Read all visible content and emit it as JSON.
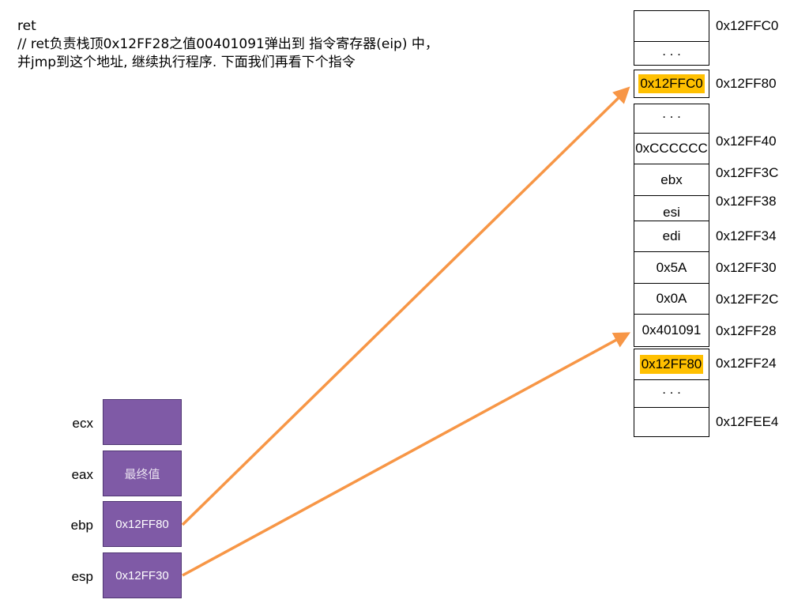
{
  "caption": {
    "line1": "ret",
    "line2": "// ret负责栈顶0x12FF28之值00401091弹出到  指令寄存器(eip)  中，",
    "line3": "并jmp到这个地址, 继续执行程序. 下面我们再看下个指令"
  },
  "stack_cells": [
    {
      "value": "",
      "address": "0x12FFC0",
      "highlight": false
    },
    {
      "value": ". . .",
      "address": "",
      "highlight": false
    },
    {
      "value": "0x12FFC0",
      "address": "0x12FF80",
      "highlight": true
    },
    {
      "value": ". . .",
      "address": "",
      "highlight": false
    },
    {
      "value": "0xCCCCCC",
      "address": "0x12FF40",
      "highlight": false
    },
    {
      "value": "ebx",
      "address": "0x12FF3C",
      "highlight": false
    },
    {
      "value": "esi",
      "address": "0x12FF38",
      "highlight": false
    },
    {
      "value": "edi",
      "address": "0x12FF34",
      "highlight": false
    },
    {
      "value": "0x5A",
      "address": "0x12FF30",
      "highlight": false
    },
    {
      "value": "0x0A",
      "address": "0x12FF2C",
      "highlight": false
    },
    {
      "value": "0x401091",
      "address": "0x12FF28",
      "highlight": false
    },
    {
      "value": "0x12FF80",
      "address": "0x12FF24",
      "highlight": true
    },
    {
      "value": ". . .",
      "address": "",
      "highlight": false
    },
    {
      "value": "",
      "address": "0x12FEE4",
      "highlight": false
    }
  ],
  "registers": [
    {
      "name": "ecx",
      "value": ""
    },
    {
      "name": "eax",
      "value": "最终值"
    },
    {
      "name": "ebp",
      "value": "0x12FF80"
    },
    {
      "name": "esp",
      "value": "0x12FF30"
    }
  ],
  "colors": {
    "register_fill": "#7f5aa6",
    "highlight": "#ffc000",
    "arrow": "#f79646"
  }
}
